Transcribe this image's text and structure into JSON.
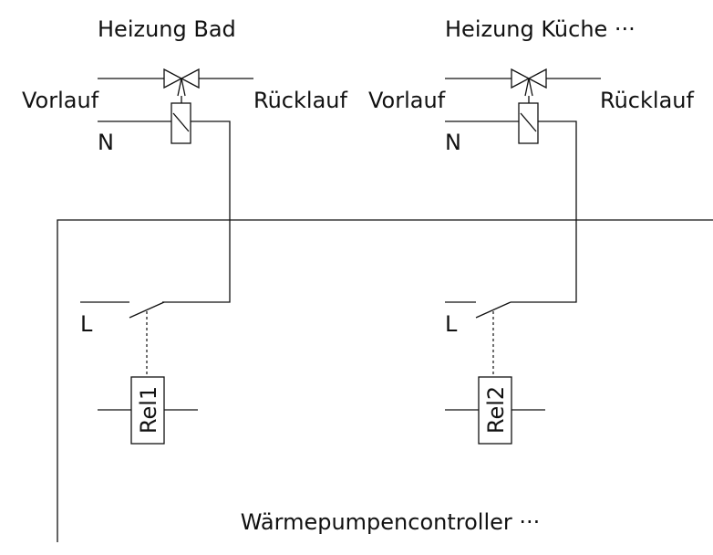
{
  "circuits": [
    {
      "title": "Heizung  Bad",
      "supply_label": "Vorlauf",
      "return_label": "Rücklauf",
      "neutral_label": "N",
      "line_label": "L",
      "relay_label": "Rel1"
    },
    {
      "title": "Heizung  Küche ···",
      "supply_label": "Vorlauf",
      "return_label": "Rücklauf",
      "neutral_label": "N",
      "line_label": "L",
      "relay_label": "Rel2"
    }
  ],
  "controller_label": "Wärmepumpencontroller ···"
}
